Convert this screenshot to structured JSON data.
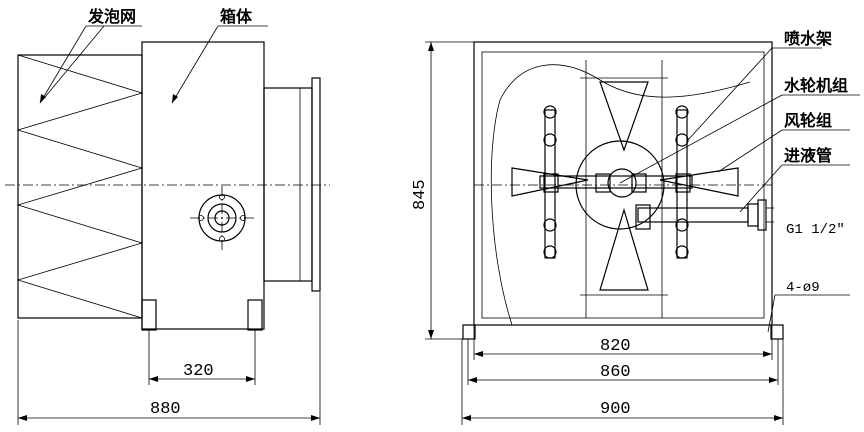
{
  "labels": {
    "foam_net": "发泡网",
    "box": "箱体",
    "spray_rack": "喷水架",
    "turbine_group": "水轮机组",
    "fan_wheel_group": "风轮组",
    "inlet_pipe": "进液管",
    "pipe_thread": "G1 1/2\"",
    "holes": "4-ø9"
  },
  "dimensions": {
    "side_foot_span": "320",
    "side_total_length": "880",
    "front_height": "845",
    "front_inner_width": "820",
    "front_mid_width": "860",
    "front_outer_width": "900"
  }
}
